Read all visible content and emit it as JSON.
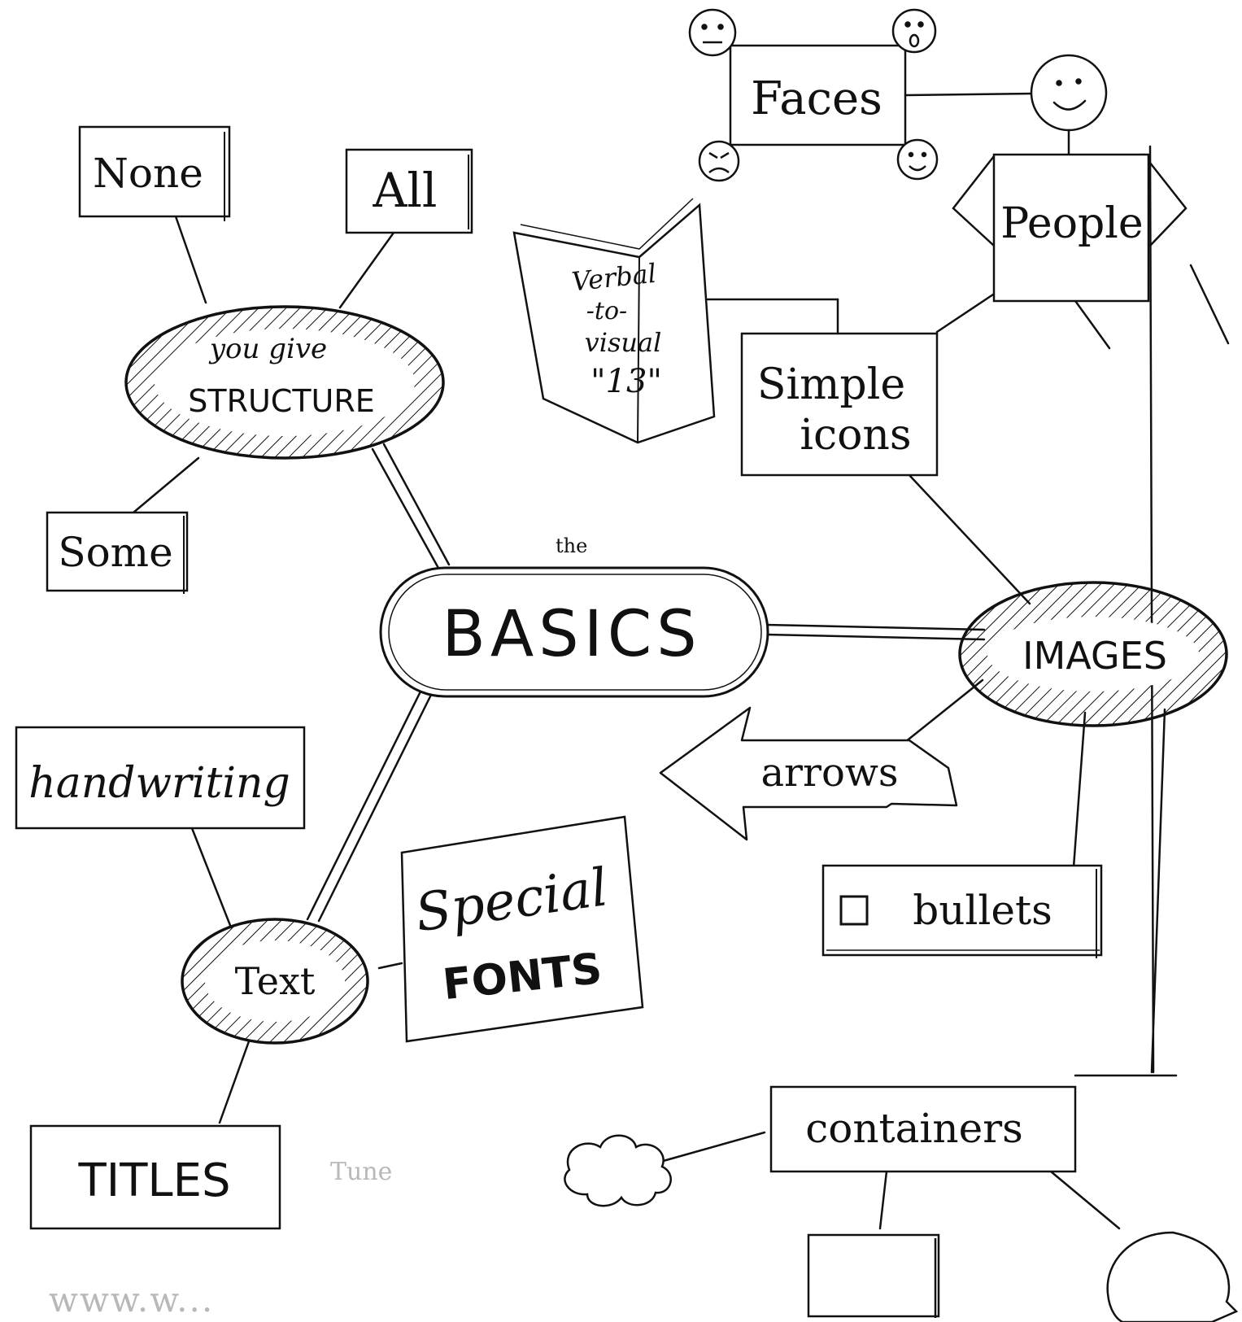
{
  "center": {
    "prefix": "the",
    "label": "BASICS"
  },
  "structure": {
    "hub_line1": "you give",
    "hub_line2": "STRUCTURE",
    "none": "None",
    "all": "All",
    "some": "Some"
  },
  "images": {
    "hub": "IMAGES",
    "faces": "Faces",
    "people": "People",
    "simple_icons_line1": "Simple",
    "simple_icons_line2": "icons",
    "book_line1": "Verbal",
    "book_line2": "-to-",
    "book_line3": "visual",
    "book_line4": "\"13\"",
    "arrows": "arrows",
    "bullets": "bullets",
    "containers": "containers"
  },
  "text": {
    "hub": "Text",
    "handwriting": "handwriting",
    "special_line1": "Special",
    "special_line2": "FONTS",
    "titles": "TITLES"
  },
  "faint": {
    "note": "Tune",
    "url": "www.w..."
  }
}
